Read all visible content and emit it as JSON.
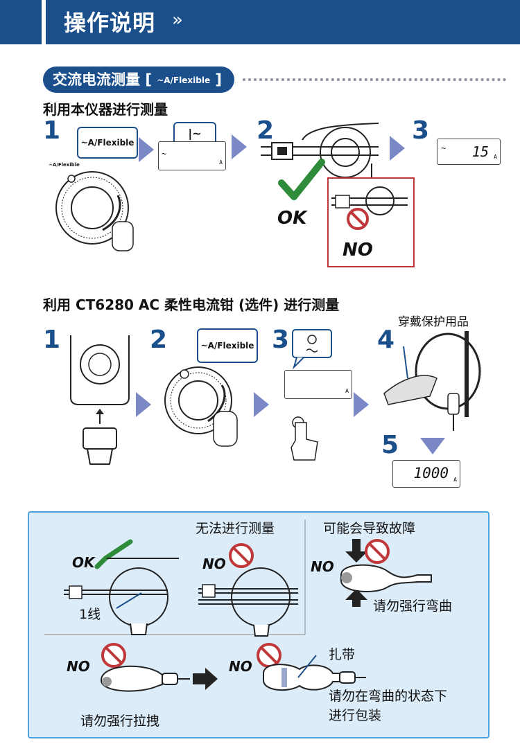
{
  "header": {
    "title": "操作说明",
    "chevron": "»"
  },
  "section": {
    "title": "交流电流测量",
    "bracket_open": "[",
    "bracket_close": "]",
    "mode_label": "~A/Flexible"
  },
  "ac_meter": {
    "heading": "利用本仪器进行测量",
    "steps": [
      "1",
      "2",
      "3"
    ],
    "dial_label": "~A/Flexible",
    "bubble_label": "~A/Flexible",
    "bubble2_label": "|~",
    "lcd_unit": "A",
    "lcd_symbol": "~",
    "reading": "15",
    "ok_label": "OK",
    "no_label": "NO"
  },
  "ct_clamp": {
    "heading": "利用 CT6280 AC 柔性电流钳 (选件) 进行测量",
    "steps": [
      "1",
      "2",
      "3",
      "4",
      "5"
    ],
    "bubble_label": "~A/Flexible",
    "protective_gear": "穿戴保护用品",
    "lcd_unit": "A",
    "reading": "1000"
  },
  "cautions": {
    "unable_to_measure": "无法进行测量",
    "may_cause_failure": "可能会导致故障",
    "ok_label": "OK",
    "no_label": "NO",
    "one_wire": "1线",
    "no_force_bend": "请勿强行弯曲",
    "cable_tie": "扎带",
    "no_pull": "请勿强行拉拽",
    "no_bundle_line1": "请勿在弯曲的状态下",
    "no_bundle_line2": "进行包装"
  },
  "colors": {
    "brand": "#1a4f8c",
    "arrow": "#7b88c6",
    "ok_check": "#2e8b3a",
    "no_red": "#c0373a",
    "panel_bg": "#dcecf9"
  }
}
